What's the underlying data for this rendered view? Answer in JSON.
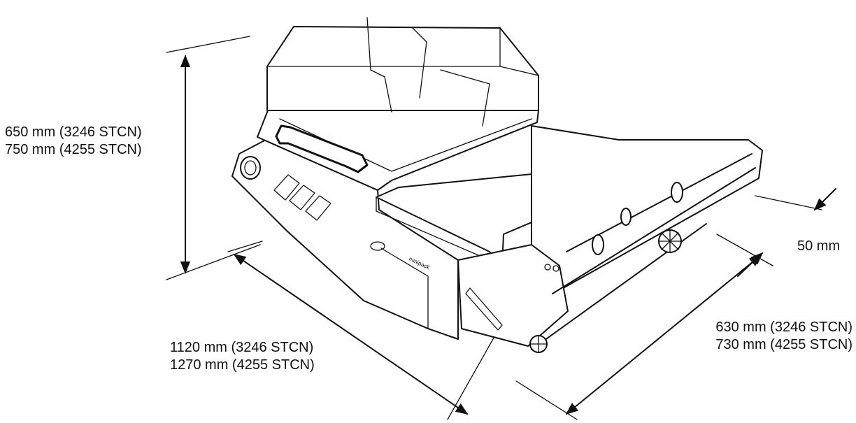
{
  "dimensions": {
    "height": {
      "line1": "650 mm (3246 STCN)",
      "line2": "750 mm (4255 STCN)"
    },
    "length": {
      "line1": "1120 mm (3246 STCN)",
      "line2": "1270 mm (4255 STCN)"
    },
    "width": {
      "line1": "630 mm (3246 STCN)",
      "line2": "730 mm (4255 STCN)"
    },
    "offset": {
      "line1": "50 mm"
    }
  },
  "machine": {
    "brand_text": "minipack"
  }
}
